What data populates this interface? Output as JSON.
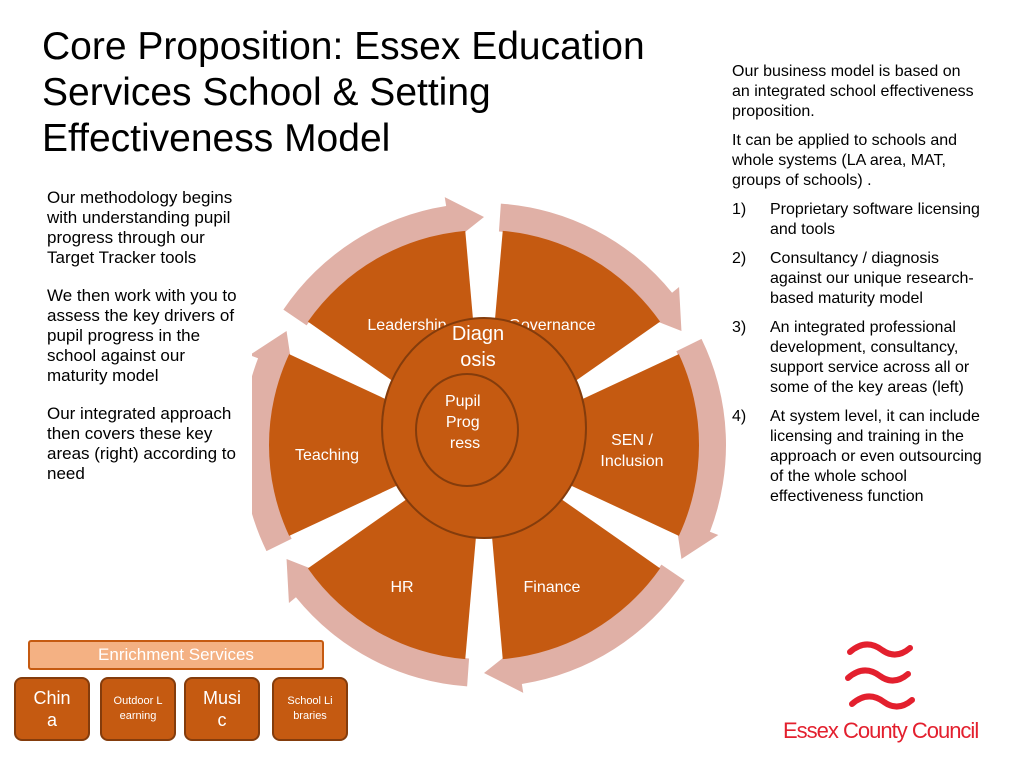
{
  "title": "Core Proposition: Essex Education Services School & Setting Effectiveness Model",
  "left_text": [
    "Our methodology begins with understanding pupil progress through our Target Tracker tools",
    "We then work with you to assess the key drivers of pupil progress in the school against our maturity model",
    "Our integrated approach then covers these key areas (right) according to need"
  ],
  "right_text": {
    "intro": [
      "Our business model is based on an integrated school effectiveness proposition.",
      "It can be applied to schools and whole systems (LA area, MAT, groups of schools) ."
    ],
    "items": [
      {
        "num": "1)",
        "text": "Proprietary software licensing and tools"
      },
      {
        "num": "2)",
        "text": "Consultancy / diagnosis against our unique research-based maturity model"
      },
      {
        "num": "3)",
        "text": "An integrated professional development, consultancy, support service across all or some of the key areas (left)"
      },
      {
        "num": "4)",
        "text": "At system level, it can include licensing and training in the approach or even outsourcing of the whole school effectiveness function"
      }
    ]
  },
  "wheel": {
    "segments": [
      "Leadership",
      "Governance",
      "SEN / Inclusion",
      "Finance",
      "HR",
      "Teaching"
    ],
    "diagnosis": "Diagnosis",
    "pupil_progress": [
      "Pupil",
      "Prog",
      "ress"
    ]
  },
  "enrichment": {
    "header": "Enrichment Services",
    "items": [
      "China",
      "Outdoor Learning",
      "Music",
      "School Libraries"
    ]
  },
  "logo_text": "Essex County Council",
  "colors": {
    "segment": "#c55a11",
    "arrow": "#e0b0a6",
    "enrichment_header": "#f4b183",
    "logo": "#e3202e"
  }
}
